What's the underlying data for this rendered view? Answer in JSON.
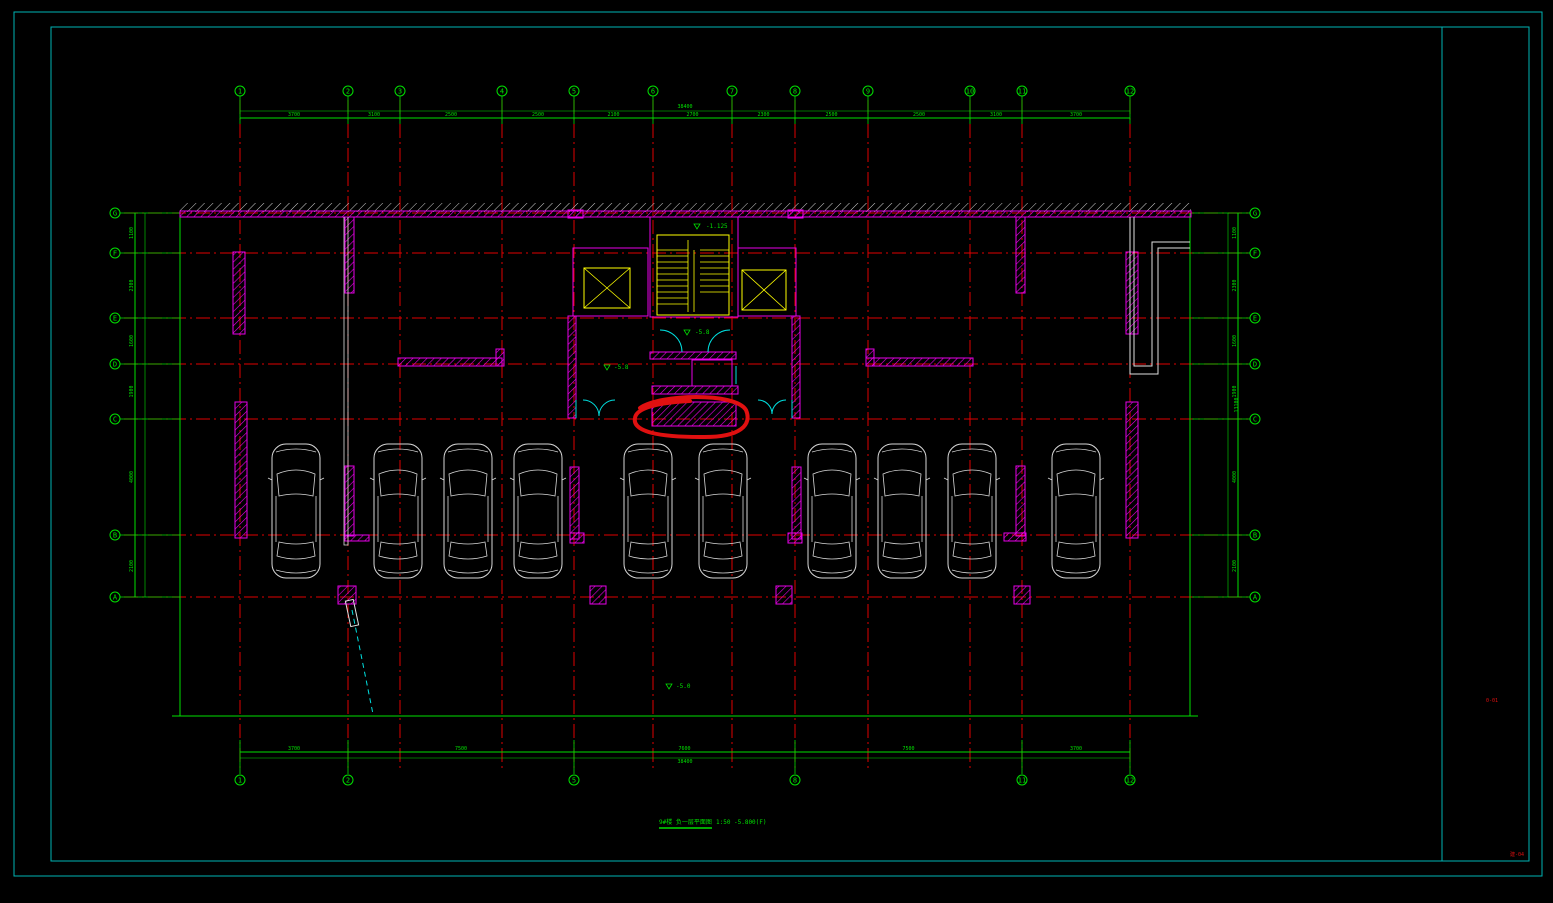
{
  "drawing": {
    "grid_columns": [
      {
        "id": "1"
      },
      {
        "id": "2"
      },
      {
        "id": "3"
      },
      {
        "id": "4"
      },
      {
        "id": "5"
      },
      {
        "id": "6"
      },
      {
        "id": "7"
      },
      {
        "id": "8"
      },
      {
        "id": "9"
      },
      {
        "id": "10"
      },
      {
        "id": "11"
      },
      {
        "id": "12"
      }
    ],
    "grid_rows": [
      {
        "id": "G"
      },
      {
        "id": "F"
      },
      {
        "id": "E"
      },
      {
        "id": "D"
      },
      {
        "id": "C"
      },
      {
        "id": "B"
      },
      {
        "id": "A"
      }
    ],
    "top_overall_dim": "38400",
    "top_dims": [
      "3700",
      "3100",
      "2500",
      "2500",
      "2100",
      "2700",
      "2300",
      "2500",
      "2500",
      "3100",
      "3700"
    ],
    "bottom_overall_dim": "38400",
    "bottom_dims": [
      "3700",
      "7500",
      "7600",
      "7500",
      "3700"
    ],
    "left_dims": [
      "1100",
      "2300",
      "1600",
      "1900",
      "4000",
      "2100"
    ],
    "right_dims": [
      "1100",
      "2300",
      "1600",
      "1900",
      "4000",
      "2100"
    ],
    "side_total_dim": "13100",
    "stair_level": "-1.125",
    "lobby_level": "-5.8",
    "lobby_level_2": "-5.8",
    "garage_level": "-5.0",
    "drawing_title": "9#楼 负一层平面图",
    "drawing_scale": "1:50",
    "drawing_level": "-5.800(F)",
    "sheet_number": "0-01",
    "sheet_code": "建-04",
    "cars_count": 10,
    "colors": {
      "frame": "#00b4b4",
      "grid_line": "#e00000",
      "dim": "#00e000",
      "wall": "#e800e8",
      "car": "#d8d8d8",
      "highlight": "#e01010",
      "stair": "#ffff00"
    }
  }
}
